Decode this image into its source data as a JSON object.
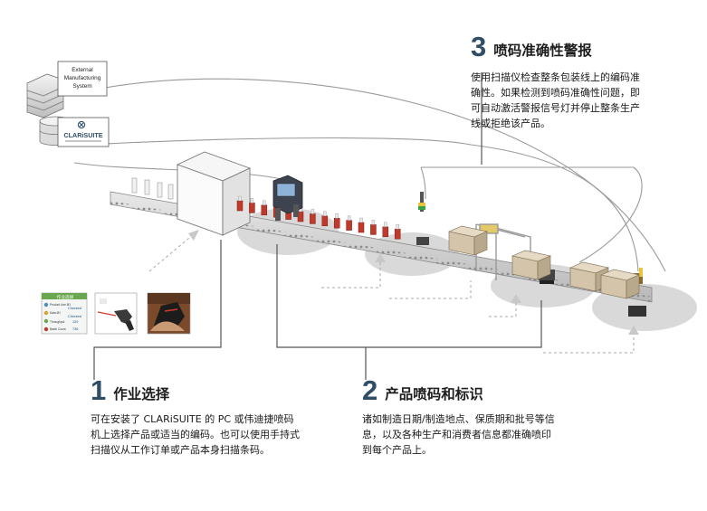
{
  "server": {
    "label_lines": [
      "External",
      "Manufacturing",
      "System"
    ]
  },
  "database": {
    "label": "CLARiSUITE"
  },
  "thumbnail_panel": {
    "title": "作业选择",
    "rows": [
      "Product Line Ø1",
      "Data Ø1",
      "Throughput",
      "Batch Count"
    ],
    "values": [
      "Checked",
      "Checked",
      "120",
      "736"
    ]
  },
  "steps": [
    {
      "number": "1",
      "title": "作业选择",
      "description_lines": [
        "可在安装了 CLARiSUITE 的 PC 或伟迪捷喷码",
        "机上选择产品或适当的编码。也可以使用手持式",
        "扫描仪从工作订单或产品本身扫描条码。"
      ]
    },
    {
      "number": "2",
      "title": "产品喷码和标识",
      "description_lines": [
        "诸如制造日期/制造地点、保质期和批号等信",
        "息，以及各种生产和消费者信息都准确喷印",
        "到每个产品上。"
      ]
    },
    {
      "number": "3",
      "title": "喷码准确性警报",
      "description_lines": [
        "使用扫描仪检查整条包装线上的编码准",
        "确性。如果检测到喷码准确性问题，即",
        "可自动激活警报信号灯并停止整条生产",
        "线或拒绝该产品。"
      ]
    }
  ],
  "colors": {
    "accent_number": "#2f4e66",
    "bottle_cap": "#c0392b",
    "shadow_ellipse": "#d9d9d9",
    "box": "#d3c4aa"
  }
}
